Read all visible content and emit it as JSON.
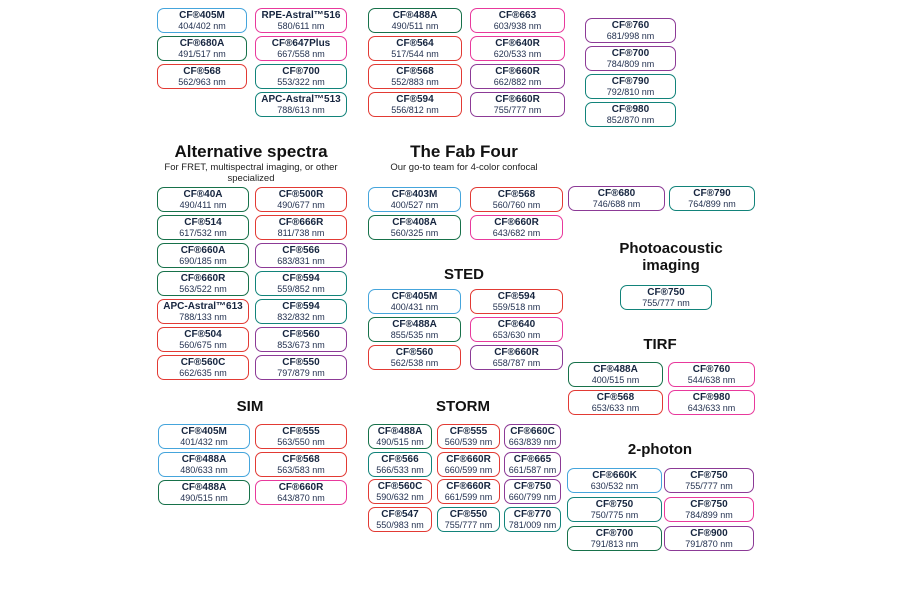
{
  "palette": {
    "blue": "#45A5DC",
    "green": "#17714A",
    "teal": "#12837A",
    "red": "#E23A34",
    "pink": "#E8399C",
    "purple": "#8C3A96"
  },
  "top_grid": {
    "columns": [
      [
        {
          "name": "CF®405M",
          "ex_em": "404/402 nm",
          "color": "blue"
        },
        {
          "name": "CF®680A",
          "ex_em": "491/517 nm",
          "color": "green"
        },
        {
          "name": "CF®568",
          "ex_em": "562/963 nm",
          "color": "red"
        }
      ],
      [
        {
          "name": "RPE-Astral™516",
          "ex_em": "580/611 nm",
          "color": "pink"
        },
        {
          "name": "CF®647Plus",
          "ex_em": "667/558 nm",
          "color": "pink"
        },
        {
          "name": "CF®700",
          "ex_em": "553/322 nm",
          "color": "teal"
        },
        {
          "name": "APC-Astral™513",
          "ex_em": "788/613 nm",
          "color": "teal"
        }
      ],
      [
        {
          "name": "CF®488A",
          "ex_em": "490/511 nm",
          "color": "green"
        },
        {
          "name": "CF®564",
          "ex_em": "517/544 nm",
          "color": "red"
        },
        {
          "name": "CF®568",
          "ex_em": "552/883 nm",
          "color": "red"
        },
        {
          "name": "CF®594",
          "ex_em": "556/812 nm",
          "color": "red"
        }
      ],
      [
        {
          "name": "CF®663",
          "ex_em": "603/938 nm",
          "color": "pink"
        },
        {
          "name": "CF®640R",
          "ex_em": "620/533 nm",
          "color": "pink"
        },
        {
          "name": "CF®660R",
          "ex_em": "662/882 nm",
          "color": "purple"
        },
        {
          "name": "CF®660R",
          "ex_em": "755/777 nm",
          "color": "purple"
        }
      ],
      [
        {
          "name": "CF®760",
          "ex_em": "681/998 nm",
          "color": "purple"
        },
        {
          "name": "CF®700",
          "ex_em": "784/809 nm",
          "color": "purple"
        },
        {
          "name": "CF®790",
          "ex_em": "792/810 nm",
          "color": "teal"
        },
        {
          "name": "CF®980",
          "ex_em": "852/870 nm",
          "color": "teal"
        }
      ]
    ]
  },
  "alternative": {
    "title": "Alternative spectra",
    "subtitle": "For FRET, multispectral imaging, or other specialized",
    "columns": [
      [
        {
          "name": "CF®40A",
          "ex_em": "490/411 nm",
          "color": "green"
        },
        {
          "name": "CF®514",
          "ex_em": "617/532 nm",
          "color": "green"
        },
        {
          "name": "CF®660A",
          "ex_em": "690/185 nm",
          "color": "green"
        },
        {
          "name": "CF®660R",
          "ex_em": "563/522 nm",
          "color": "green"
        },
        {
          "name": "APC-Astral™613",
          "ex_em": "788/133 nm",
          "color": "red"
        },
        {
          "name": "CF®504",
          "ex_em": "560/675 nm",
          "color": "red"
        },
        {
          "name": "CF®560C",
          "ex_em": "662/635 nm",
          "color": "red"
        }
      ],
      [
        {
          "name": "CF®500R",
          "ex_em": "490/677 nm",
          "color": "red"
        },
        {
          "name": "CF®666R",
          "ex_em": "811/738 nm",
          "color": "red"
        },
        {
          "name": "CF®566",
          "ex_em": "683/831 nm",
          "color": "purple"
        },
        {
          "name": "CF®594",
          "ex_em": "559/852 nm",
          "color": "teal"
        },
        {
          "name": "CF®594",
          "ex_em": "832/832 nm",
          "color": "teal"
        },
        {
          "name": "CF®560",
          "ex_em": "853/673 nm",
          "color": "purple"
        },
        {
          "name": "CF®550",
          "ex_em": "797/879 nm",
          "color": "purple"
        }
      ]
    ]
  },
  "fab_four": {
    "title": "The Fab Four",
    "subtitle": "Our go-to team for 4-color confocal",
    "columns": [
      [
        {
          "name": "CF®403M",
          "ex_em": "400/527 nm",
          "color": "blue"
        },
        {
          "name": "CF®408A",
          "ex_em": "560/325 nm",
          "color": "green"
        }
      ],
      [
        {
          "name": "CF®568",
          "ex_em": "560/760 nm",
          "color": "red"
        },
        {
          "name": "CF®660R",
          "ex_em": "643/682 nm",
          "color": "pink"
        }
      ]
    ]
  },
  "sted": {
    "title": "STED",
    "columns": [
      [
        {
          "name": "CF®405M",
          "ex_em": "400/431 nm",
          "color": "blue"
        },
        {
          "name": "CF®488A",
          "ex_em": "855/535 nm",
          "color": "green"
        },
        {
          "name": "CF®560",
          "ex_em": "562/538 nm",
          "color": "red"
        }
      ],
      [
        {
          "name": "CF®594",
          "ex_em": "559/518 nm",
          "color": "red"
        },
        {
          "name": "CF®640",
          "ex_em": "653/630 nm",
          "color": "pink"
        },
        {
          "name": "CF®660R",
          "ex_em": "658/787 nm",
          "color": "purple"
        }
      ]
    ]
  },
  "sim": {
    "title": "SIM",
    "columns": [
      [
        {
          "name": "CF®405M",
          "ex_em": "401/432 nm",
          "color": "blue"
        },
        {
          "name": "CF®488A",
          "ex_em": "480/633 nm",
          "color": "blue"
        },
        {
          "name": "CF®488A",
          "ex_em": "490/515 nm",
          "color": "green"
        }
      ],
      [
        {
          "name": "CF®555",
          "ex_em": "563/550 nm",
          "color": "red"
        },
        {
          "name": "CF®568",
          "ex_em": "563/583 nm",
          "color": "red"
        },
        {
          "name": "CF®660R",
          "ex_em": "643/870 nm",
          "color": "pink"
        }
      ]
    ]
  },
  "storm": {
    "title": "STORM",
    "columns": [
      [
        {
          "name": "CF®488A",
          "ex_em": "490/515 nm",
          "color": "green"
        },
        {
          "name": "CF®566",
          "ex_em": "566/533 nm",
          "color": "teal"
        },
        {
          "name": "CF®560C",
          "ex_em": "590/632 nm",
          "color": "red"
        },
        {
          "name": "CF®547",
          "ex_em": "550/983 nm",
          "color": "red"
        }
      ],
      [
        {
          "name": "CF®555",
          "ex_em": "560/539 nm",
          "color": "red"
        },
        {
          "name": "CF®660R",
          "ex_em": "660/599 nm",
          "color": "red"
        },
        {
          "name": "CF®660R",
          "ex_em": "661/599 nm",
          "color": "red"
        },
        {
          "name": "CF®550",
          "ex_em": "755/777 nm",
          "color": "teal"
        }
      ],
      [
        {
          "name": "CF®660C",
          "ex_em": "663/839 nm",
          "color": "purple"
        },
        {
          "name": "CF®665",
          "ex_em": "661/587 nm",
          "color": "purple"
        },
        {
          "name": "CF®750",
          "ex_em": "660/799 nm",
          "color": "purple"
        },
        {
          "name": "CF®770",
          "ex_em": "781/009 nm",
          "color": "teal"
        }
      ]
    ]
  },
  "nir_pair": {
    "columns": [
      [
        {
          "name": "CF®680",
          "ex_em": "746/688 nm",
          "color": "purple"
        }
      ],
      [
        {
          "name": "CF®790",
          "ex_em": "764/899 nm",
          "color": "teal"
        }
      ]
    ]
  },
  "photoacoustic": {
    "title": "Photoacoustic imaging",
    "columns": [
      [
        {
          "name": "CF®750",
          "ex_em": "755/777 nm",
          "color": "teal"
        }
      ]
    ]
  },
  "tirf": {
    "title": "TIRF",
    "columns": [
      [
        {
          "name": "CF®488A",
          "ex_em": "400/515 nm",
          "color": "green"
        },
        {
          "name": "CF®568",
          "ex_em": "653/633 nm",
          "color": "red"
        }
      ],
      [
        {
          "name": "CF®760",
          "ex_em": "544/638 nm",
          "color": "pink"
        },
        {
          "name": "CF®980",
          "ex_em": "643/633 nm",
          "color": "pink"
        }
      ]
    ]
  },
  "two_photon": {
    "title": "2-photon",
    "columns": [
      [
        {
          "name": "CF®660K",
          "ex_em": "630/532 nm",
          "color": "blue"
        },
        {
          "name": "CF®750",
          "ex_em": "750/775 nm",
          "color": "teal"
        },
        {
          "name": "CF®700",
          "ex_em": "791/813 nm",
          "color": "green"
        }
      ],
      [
        {
          "name": "CF®750",
          "ex_em": "755/777 nm",
          "color": "purple"
        },
        {
          "name": "CF®750",
          "ex_em": "784/899 nm",
          "color": "pink"
        },
        {
          "name": "CF®900",
          "ex_em": "791/870 nm",
          "color": "purple"
        }
      ]
    ]
  }
}
